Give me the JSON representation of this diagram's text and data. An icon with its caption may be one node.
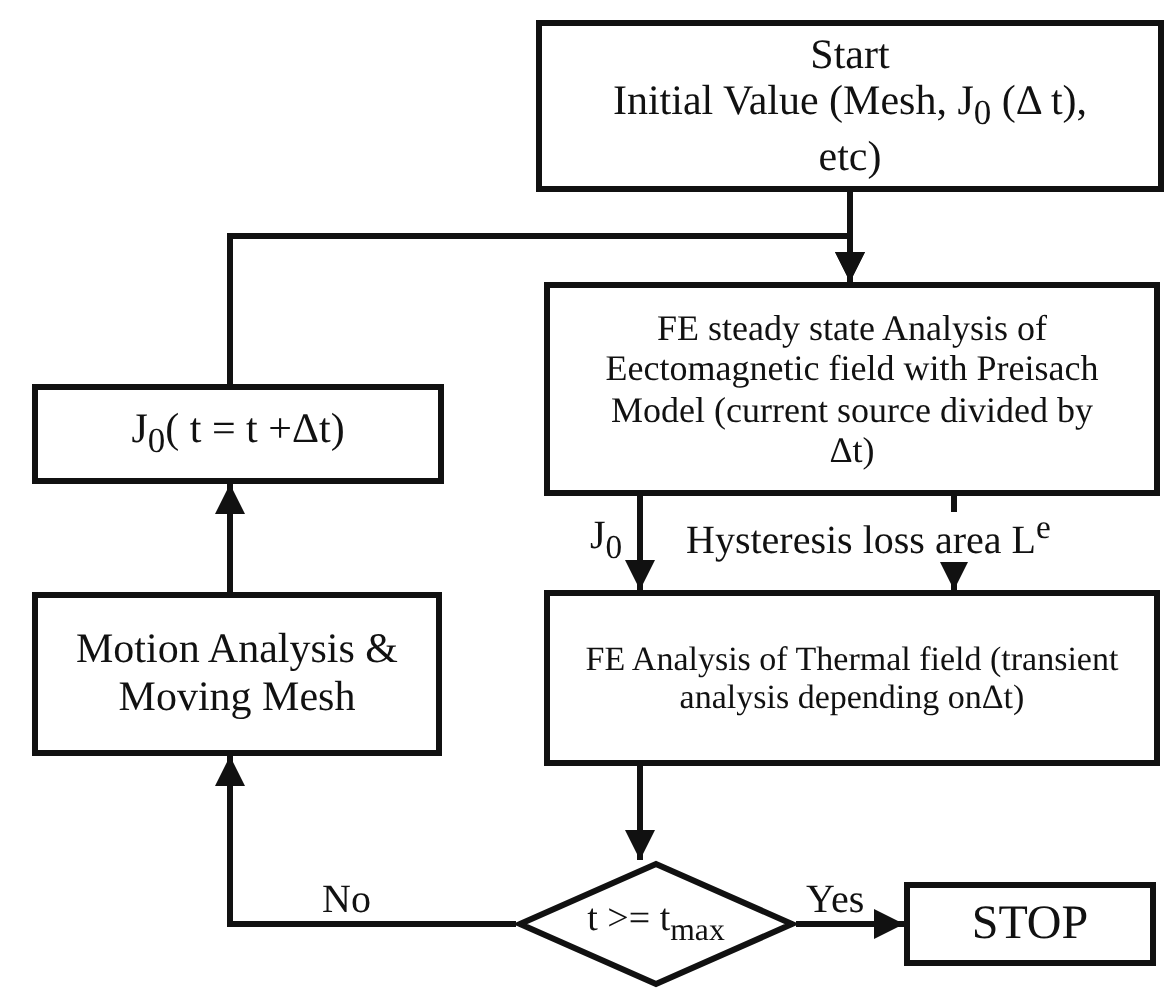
{
  "diagram": {
    "nodes": [
      {
        "text": [
          "Start",
          "Initial Value (Mesh, J$_{0}$ (Δ t), etc)"
        ]
      },
      {
        "text": [
          "FE steady state Analysis of Eectomagnetic field with Preisach Model (current source divided by Δt)"
        ]
      },
      {
        "text": [
          "FE Analysis of Thermal field (transient analysis depending onΔt)"
        ]
      },
      {
        "text": [
          "t >= t$_{max}$"
        ]
      },
      {
        "text": [
          "STOP"
        ]
      },
      {
        "text": [
          "Motion Analysis & Moving Mesh"
        ]
      },
      {
        "text": [
          "J$_{0}$( t = t +Δt)"
        ]
      }
    ],
    "edges": [
      {
        "from": 0,
        "to": 1,
        "arrow": "to"
      },
      {
        "from": 6,
        "to": 1,
        "arrow": "to"
      },
      {
        "from": 1,
        "to": 2,
        "arrow": "to",
        "label": "J$_{0}$"
      },
      {
        "from": 1,
        "to": 2,
        "arrow": "to",
        "label": "Hysteresis loss area L$^{e}$"
      },
      {
        "from": 2,
        "to": 3,
        "arrow": "to"
      },
      {
        "from": 3,
        "to": 4,
        "arrow": "to",
        "label": "Yes"
      },
      {
        "from": 3,
        "to": 5,
        "arrow": "to",
        "label": "No"
      },
      {
        "from": 5,
        "to": 6,
        "arrow": "to"
      }
    ]
  }
}
